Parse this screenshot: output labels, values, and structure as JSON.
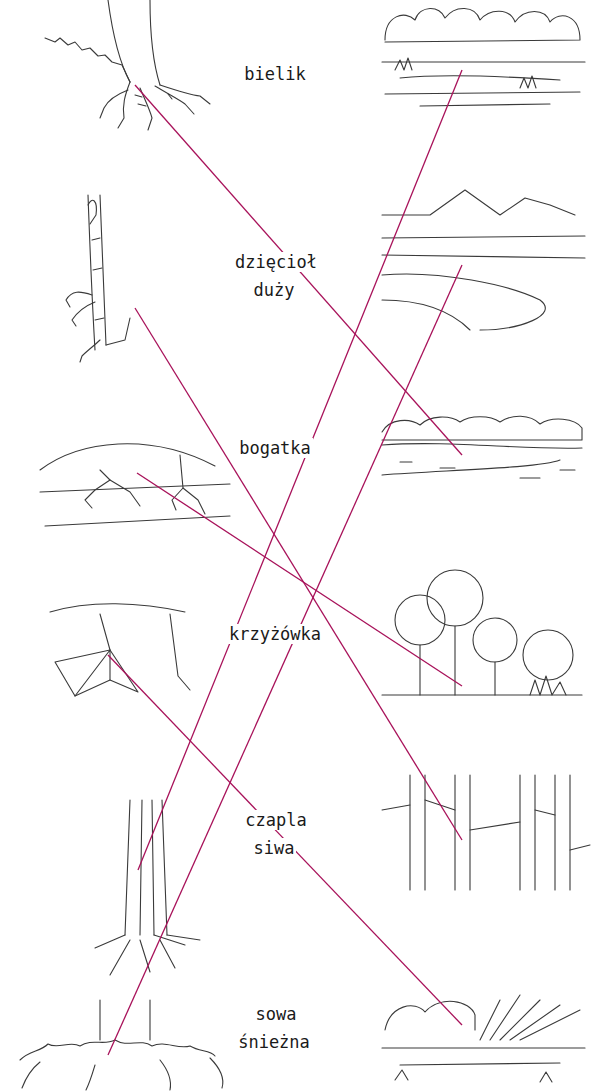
{
  "diagram": {
    "labels": [
      "bielik",
      "dzięcioł duży",
      "bogatka",
      "krzyżówka",
      "czapla siwa",
      "sowa śnieżna"
    ]
  }
}
